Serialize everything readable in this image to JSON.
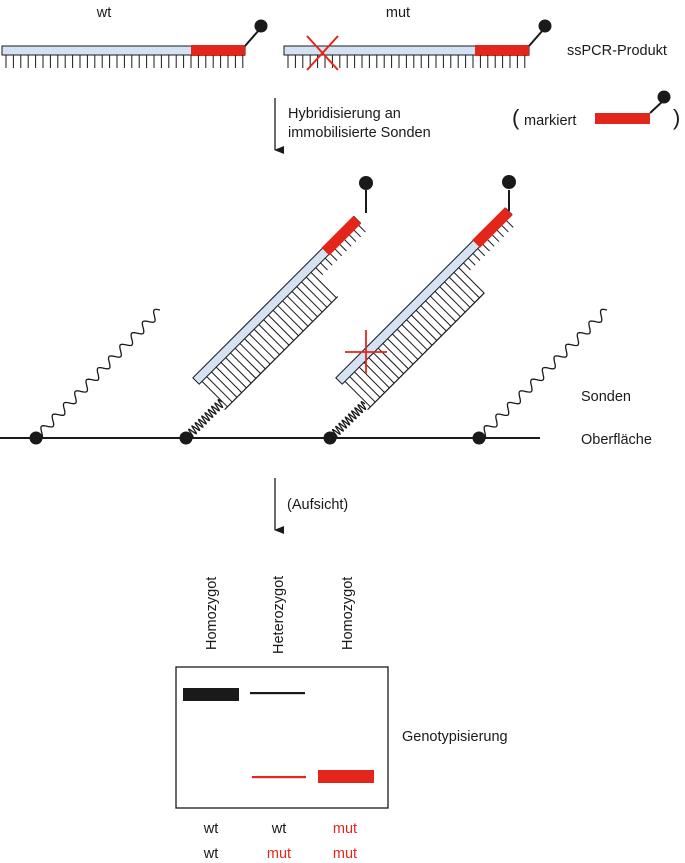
{
  "colors": {
    "strand_fill": "#d4e2f4",
    "strand_stroke": "#1a1a1a",
    "label_red": "#e2261c",
    "ink": "#1a1a1a",
    "background": "#ffffff"
  },
  "top": {
    "wt_label": "wt",
    "mut_label": "mut",
    "product_label": "ssPCR-Produkt"
  },
  "step1": {
    "line1": "Hybridisierung an",
    "line2": "immobilisierte Sonden",
    "legend_open": "(",
    "legend_text": "markiert",
    "legend_close": ")"
  },
  "surface": {
    "probes_label": "Sonden",
    "surface_label": "Oberfläche"
  },
  "step2": {
    "label": "(Aufsicht)"
  },
  "genotype": {
    "title": "Genotypisierung",
    "lanes": [
      {
        "header": "Homozygot",
        "allele1": "wt",
        "allele2": "wt"
      },
      {
        "header": "Heterozygot",
        "allele1": "wt",
        "allele2": "mut"
      },
      {
        "header": "Homozygot",
        "allele1": "mut",
        "allele2": "mut"
      }
    ]
  }
}
